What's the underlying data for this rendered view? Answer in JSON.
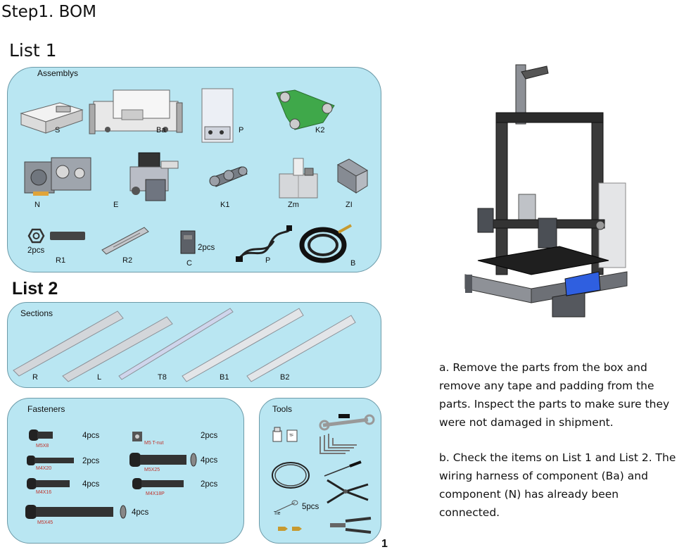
{
  "step_title": "Step1. BOM",
  "list1": {
    "title": "List 1",
    "panel_title": "Assemblys",
    "items": [
      {
        "label": "S"
      },
      {
        "label": "Ba"
      },
      {
        "label": "P"
      },
      {
        "label": "K2"
      },
      {
        "label": "N"
      },
      {
        "label": "E"
      },
      {
        "label": "K1"
      },
      {
        "label": "Zm"
      },
      {
        "label": "ZI"
      },
      {
        "label": "R1",
        "qty": "2pcs"
      },
      {
        "label": "R2"
      },
      {
        "label": "C",
        "qty": "2pcs"
      },
      {
        "label": "P"
      },
      {
        "label": "B"
      }
    ]
  },
  "list2": {
    "title": "List 2",
    "sections": {
      "panel_title": "Sections",
      "items": [
        {
          "label": "R"
        },
        {
          "label": "L"
        },
        {
          "label": "T8"
        },
        {
          "label": "B1"
        },
        {
          "label": "B2"
        }
      ]
    },
    "fasteners": {
      "panel_title": "Fasteners",
      "items": [
        {
          "code": "M5X8",
          "qty": "4pcs"
        },
        {
          "code": "M4X20",
          "qty": "2pcs"
        },
        {
          "code": "M4X16",
          "qty": "4pcs"
        },
        {
          "code": "M5X45",
          "qty": "4pcs"
        },
        {
          "code": "M5 T-nut",
          "qty": "2pcs"
        },
        {
          "code": "M5X25",
          "qty": "4pcs"
        },
        {
          "code": "M4X18P",
          "qty": "2pcs"
        }
      ]
    },
    "tools": {
      "panel_title": "Tools",
      "tf_label": "TF",
      "tie_label": "Tie",
      "tie_qty": "5pcs"
    }
  },
  "instructions": {
    "a": "a. Remove the parts from the box and remove any tape and padding from the parts. Inspect the parts to make sure they were not damaged in shipment.",
    "b": "b.  Check the items on List 1 and List 2. The wiring harness of component (Ba) and component (N) has already been connected."
  },
  "page_number": "1",
  "colors": {
    "panel_fill": "#b9e6f2",
    "panel_border": "#6c9aa8",
    "fastener_code": "#c0322b",
    "printer_frame": "#2b2b2b",
    "lcd_screen": "#2f5fe0"
  }
}
